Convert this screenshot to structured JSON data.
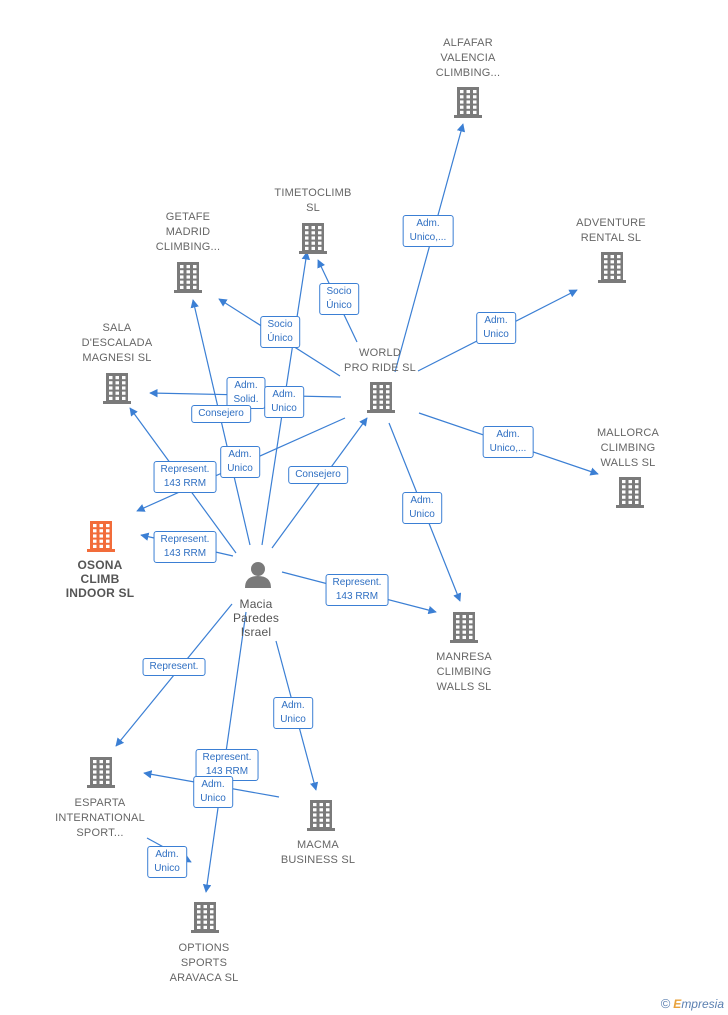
{
  "focus_color": "#f26c3a",
  "node_color": "#7a7a7a",
  "edge_color": "#3b7fd4",
  "nodes": {
    "alfafar": {
      "label": "ALFAFAR\nVALENCIA\nCLIMBING...",
      "icon": "building-icon"
    },
    "timeto": {
      "label": "TIMETOCLIMB\nSL",
      "icon": "building-icon"
    },
    "getafe": {
      "label": "GETAFE\nMADRID\nCLIMBING...",
      "icon": "building-icon"
    },
    "adventure": {
      "label": "ADVENTURE\nRENTAL SL",
      "icon": "building-icon"
    },
    "sala": {
      "label": "SALA\nD'ESCALADA\nMAGNESI SL",
      "icon": "building-icon"
    },
    "world": {
      "label": "WORLD\nPRO RIDE SL",
      "icon": "building-icon"
    },
    "mallorca": {
      "label": "MALLORCA\nCLIMBING\nWALLS SL",
      "icon": "building-icon"
    },
    "osona": {
      "label": "OSONA\nCLIMB\nINDOOR SL",
      "icon": "building-icon"
    },
    "macia": {
      "label": "Macia\nParedes\nIsrael",
      "icon": "person-icon"
    },
    "manresa": {
      "label": "MANRESA\nCLIMBING\nWALLS SL",
      "icon": "building-icon"
    },
    "esparta": {
      "label": "ESPARTA\nINTERNATIONAL\nSPORT...",
      "icon": "building-icon"
    },
    "macma": {
      "label": "MACMA\nBUSINESS SL",
      "icon": "building-icon"
    },
    "options": {
      "label": "OPTIONS\nSPORTS\nARAVACA SL",
      "icon": "building-icon"
    }
  },
  "edges": [
    {
      "from": "world",
      "to": "alfafar",
      "label": "Adm.\nUnico,..."
    },
    {
      "from": "world",
      "to": "timeto",
      "label": "Socio\nÚnico"
    },
    {
      "from": "world",
      "to": "getafe",
      "label": "Socio\nÚnico"
    },
    {
      "from": "world",
      "to": "adventure",
      "label": "Adm.\nUnico"
    },
    {
      "from": "world",
      "to": "mallorca",
      "label": "Adm.\nUnico,..."
    },
    {
      "from": "world",
      "to": "manresa",
      "label": "Adm.\nUnico"
    },
    {
      "from": "world",
      "to": "sala",
      "label": "Adm.\nSolid."
    },
    {
      "from": "world",
      "to": "osona",
      "label": "Adm.\nUnico"
    },
    {
      "from": "macia",
      "to": "timeto",
      "label": "Adm.\nUnico"
    },
    {
      "from": "macia",
      "to": "getafe",
      "label": "Consejero"
    },
    {
      "from": "macia",
      "to": "world",
      "label": "Consejero"
    },
    {
      "from": "macia",
      "to": "sala",
      "label": "Represent.\n143 RRM"
    },
    {
      "from": "macia",
      "to": "osona",
      "label": "Represent.\n143 RRM"
    },
    {
      "from": "macia",
      "to": "manresa",
      "label": "Represent.\n143 RRM"
    },
    {
      "from": "macia",
      "to": "esparta",
      "label": "Represent."
    },
    {
      "from": "macia",
      "to": "macma",
      "label": "Adm.\nUnico"
    },
    {
      "from": "macia",
      "to": "options",
      "label": "Represent.\n143 RRM"
    },
    {
      "from": "macma",
      "to": "esparta",
      "label": "Adm.\nUnico"
    },
    {
      "from": "esparta",
      "to": "options",
      "label": "Adm.\nUnico"
    }
  ],
  "credit": {
    "symbol": "©",
    "brand_initial": "E",
    "brand_rest": "mpresia"
  }
}
